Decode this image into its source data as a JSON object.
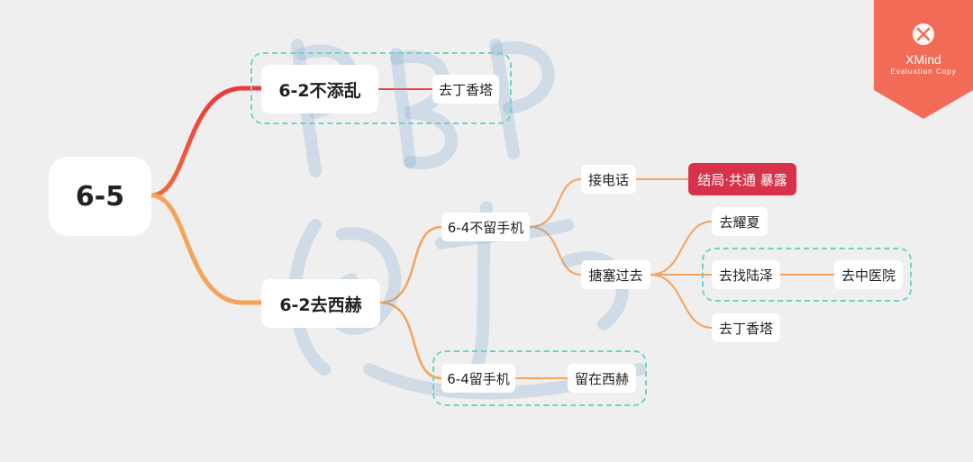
{
  "root": {
    "label": "6-5"
  },
  "branches": [
    {
      "label": "6-2不添乱",
      "children": [
        {
          "label": "去丁香塔"
        }
      ]
    },
    {
      "label": "6-2去西赫",
      "children": [
        {
          "label": "6-4不留手机",
          "children": [
            {
              "label": "接电话",
              "children": [
                {
                  "label": "结局·共通  暴露",
                  "highlight": true
                }
              ]
            },
            {
              "label": "搪塞过去",
              "children": [
                {
                  "label": "去耀夏"
                },
                {
                  "label": "去找陆泽",
                  "children": [
                    {
                      "label": "去中医院"
                    }
                  ]
                },
                {
                  "label": "去丁香塔"
                }
              ]
            }
          ]
        },
        {
          "label": "6-4留手机",
          "children": [
            {
              "label": "留在西赫"
            }
          ]
        }
      ]
    }
  ],
  "badge": {
    "brand": "XMind",
    "subtitle": "Evaluation Copy",
    "icon": "xmind-logo-icon"
  },
  "colors": {
    "background": "#efefef",
    "branch_top": "#e8453c",
    "branch_bottom": "#f5a35a",
    "boundary": "#6fd3c6",
    "highlight": "#d8324a",
    "badge": "#f26b56"
  }
}
